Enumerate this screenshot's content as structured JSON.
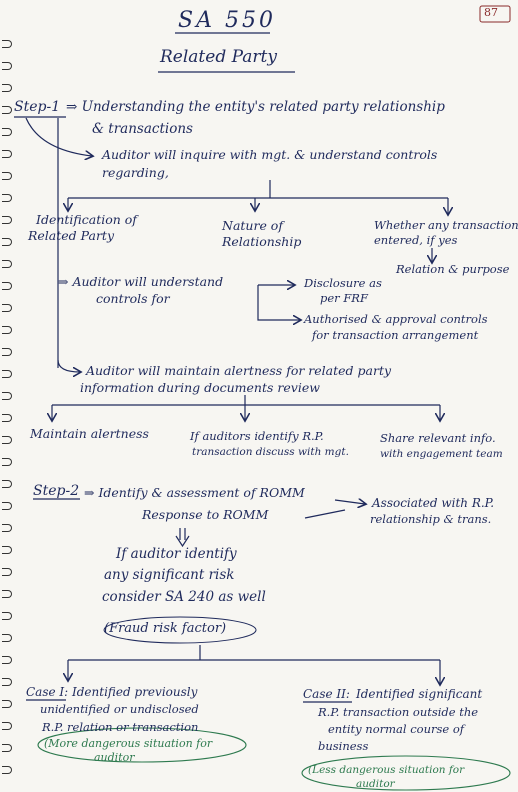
{
  "header": {
    "title": "SA 550",
    "subtitle": "Related Party",
    "page_number": "87"
  },
  "step1": {
    "label": "Step-1",
    "heading_line1": "⇒ Understanding the entity's related party relationship",
    "heading_line2": "& transactions",
    "inquire_line1": "Auditor will inquire with mgt. & understand controls",
    "inquire_line2": "regarding,",
    "branches": {
      "identification_line1": "Identification of",
      "identification_line2": "Related Party",
      "nature_line1": "Nature of",
      "nature_line2": "Relationship",
      "whether_line1": "Whether any transaction",
      "whether_line2": "entered, if yes",
      "relation_purpose": "Relation & purpose"
    },
    "controls_line1": "⇒ Auditor will understand",
    "controls_line2": "controls for",
    "controls_items": {
      "disclosure_line1": "Disclosure as",
      "disclosure_line2": "per FRF",
      "authorised_line1": "Authorised & approval controls",
      "authorised_line2": "for transaction arrangement"
    },
    "alert_line1": "Auditor will maintain alertness for related party",
    "alert_line2": "information during documents review",
    "alert_items": {
      "maintain": "Maintain alertness",
      "identify_line1": "If auditors identify R.P.",
      "identify_line2": "transaction discuss with mgt.",
      "share_line1": "Share relevant info.",
      "share_line2": "with engagement team"
    }
  },
  "step2": {
    "label": "Step-2",
    "line1": "⇒ Identify & assessment of ROMM",
    "line2": "Response to ROMM",
    "associated_line1": "Associated with R.P.",
    "associated_line2": "relationship & trans.",
    "significant_line1": "If auditor identify",
    "significant_line2": "any significant risk",
    "significant_line3": "consider SA 240 as well",
    "fraud_factor": "(Fraud risk factor)"
  },
  "cases": {
    "case1": {
      "label": "Case I:",
      "line1": "Identified previously",
      "line2": "unidentified or undisclosed",
      "line3": "R.P. relation or transaction",
      "note_line1": "(More dangerous situation for",
      "note_line2": "auditor"
    },
    "case2": {
      "label": "Case II:",
      "line1": "Identified significant",
      "line2": "R.P. transaction outside the",
      "line3": "entity normal course of",
      "line4": "business",
      "note_line1": "(Less dangerous situation for",
      "note_line2": "auditor"
    }
  },
  "colors": {
    "ink": "#1f2a5c",
    "green_ink": "#2e7a4f",
    "paper": "#f7f6f2"
  }
}
